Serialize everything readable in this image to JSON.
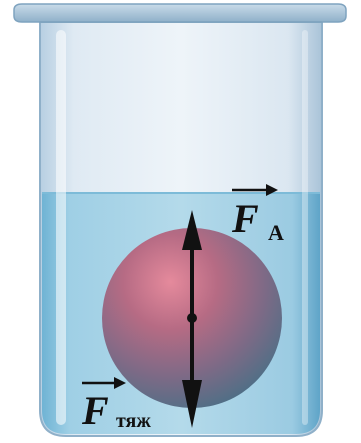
{
  "diagram": {
    "forces": {
      "buoyant": {
        "symbol": "F",
        "subscript": "A"
      },
      "gravity": {
        "symbol": "F",
        "subscript": "тяж"
      }
    }
  }
}
